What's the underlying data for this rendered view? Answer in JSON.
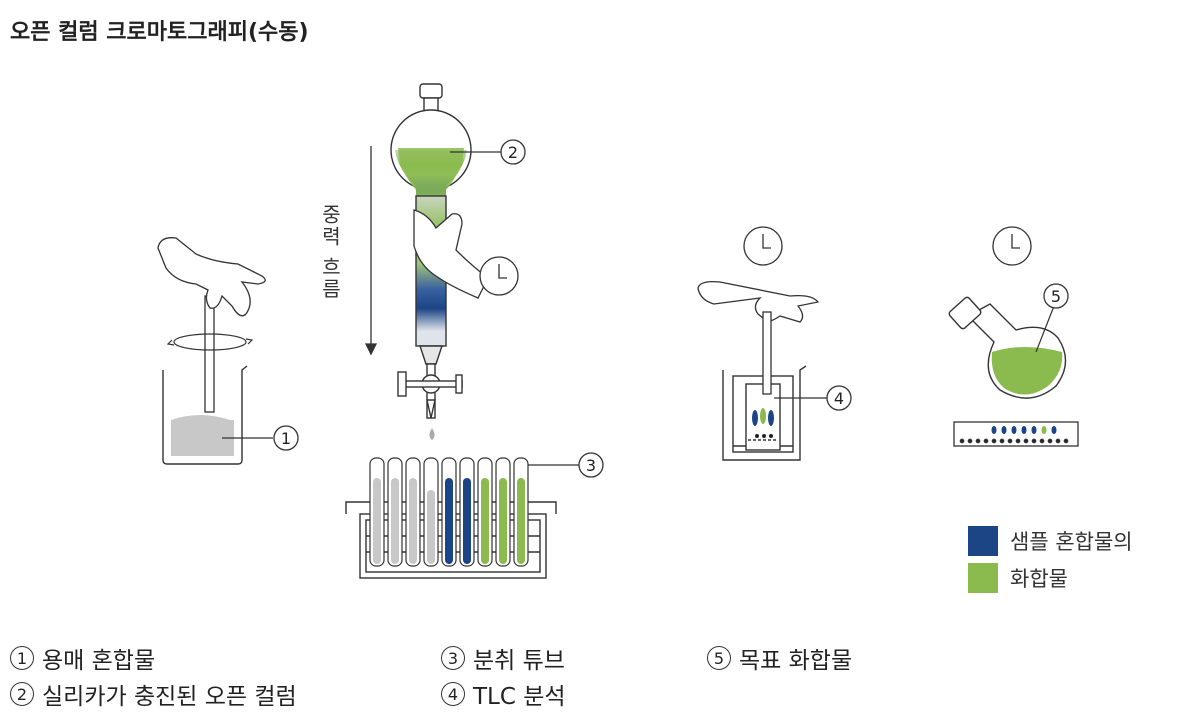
{
  "title": "오픈 컬럼 크로마토그래피(수동)",
  "flow_label": "중력 흐름",
  "markers": [
    "1",
    "2",
    "3",
    "4",
    "5"
  ],
  "legend": [
    {
      "label": "샘플 혼합물의",
      "color": "#1b4585"
    },
    {
      "label": "화합물",
      "color": "#8bbb4f"
    }
  ],
  "captions": [
    {
      "num": "1",
      "text": "용매 혼합물"
    },
    {
      "num": "2",
      "text": "실리카가 충진된 오픈 컬럼"
    },
    {
      "num": "3",
      "text": "분취 튜브"
    },
    {
      "num": "4",
      "text": "TLC 분석"
    },
    {
      "num": "5",
      "text": "목표 화합물"
    }
  ],
  "colors": {
    "blue": "#1b4585",
    "green": "#8bbb4f",
    "gray": "#c8c8c8",
    "line": "#333333"
  }
}
